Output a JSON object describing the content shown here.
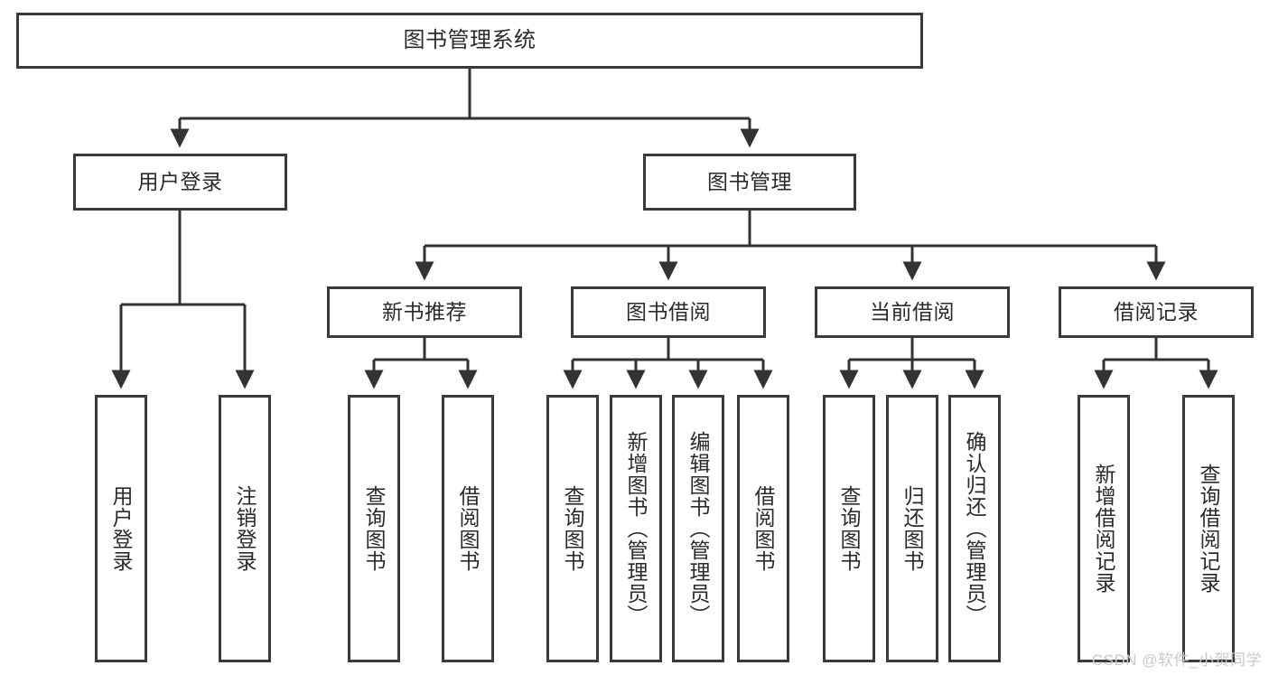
{
  "diagram": {
    "title": "图书管理系统",
    "type": "tree",
    "root": {
      "label": "图书管理系统"
    },
    "level2": [
      {
        "id": "user-login",
        "label": "用户登录"
      },
      {
        "id": "book-manage",
        "label": "图书管理"
      }
    ],
    "level3": [
      {
        "id": "new-book-recommend",
        "label": "新书推荐",
        "parent": "book-manage"
      },
      {
        "id": "book-borrow",
        "label": "图书借阅",
        "parent": "book-manage"
      },
      {
        "id": "current-borrow",
        "label": "当前借阅",
        "parent": "book-manage"
      },
      {
        "id": "borrow-record",
        "label": "借阅记录",
        "parent": "book-manage"
      }
    ],
    "leaves": [
      {
        "id": "leaf-user-login",
        "label": "用户登录",
        "parent": "user-login"
      },
      {
        "id": "leaf-logout-login",
        "label": "注销登录",
        "parent": "user-login"
      },
      {
        "id": "leaf-query-book-1",
        "label": "查询图书",
        "parent": "new-book-recommend"
      },
      {
        "id": "leaf-borrow-book-1",
        "label": "借阅图书",
        "parent": "new-book-recommend"
      },
      {
        "id": "leaf-query-book-2",
        "label": "查询图书",
        "parent": "book-borrow"
      },
      {
        "id": "leaf-add-book",
        "label": "新增图书（管理员）",
        "parent": "book-borrow"
      },
      {
        "id": "leaf-edit-book",
        "label": "编辑图书（管理员）",
        "parent": "book-borrow"
      },
      {
        "id": "leaf-borrow-book-2",
        "label": "借阅图书",
        "parent": "book-borrow"
      },
      {
        "id": "leaf-query-book-3",
        "label": "查询图书",
        "parent": "current-borrow"
      },
      {
        "id": "leaf-return-book",
        "label": "归还图书",
        "parent": "current-borrow"
      },
      {
        "id": "leaf-confirm-return",
        "label": "确认归还（管理员）",
        "parent": "current-borrow"
      },
      {
        "id": "leaf-add-record",
        "label": "新增借阅记录",
        "parent": "borrow-record"
      },
      {
        "id": "leaf-query-record",
        "label": "查询借阅记录",
        "parent": "borrow-record"
      }
    ],
    "colors": {
      "border": "#3a3a3a",
      "text": "#2b2b2b",
      "background": "#ffffff",
      "edge": "#333333",
      "watermark": "#c9c9c9"
    }
  },
  "watermark": {
    "text": "CSDN @软件_小贺同学"
  }
}
